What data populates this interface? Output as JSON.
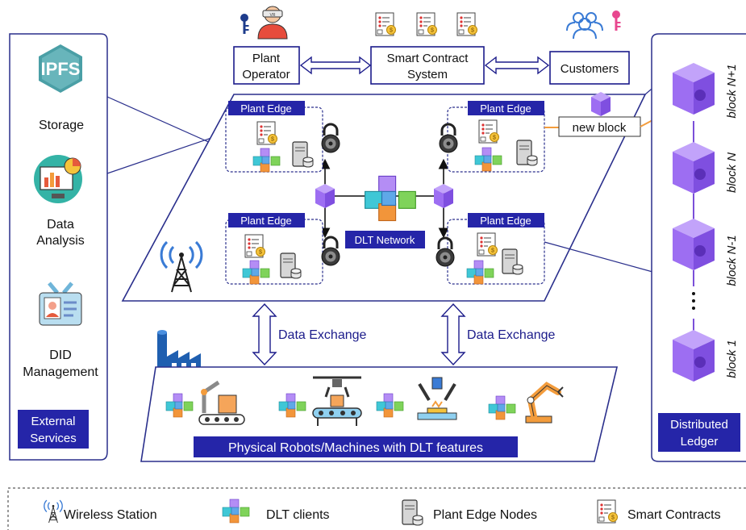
{
  "top": {
    "plant_operator": [
      "Plant",
      "Operator"
    ],
    "smart_contract": [
      "Smart Contract",
      "System"
    ],
    "customers": "Customers"
  },
  "external": {
    "title": [
      "External",
      "Services"
    ],
    "storage_logo": "IPFS",
    "items": {
      "storage": [
        "Storage"
      ],
      "data_analysis": [
        "Data",
        "Analysis"
      ],
      "did": [
        "DID",
        "Management"
      ]
    }
  },
  "network": {
    "plant_edge_label": "Plant Edge",
    "dlt_label": "DLT Network",
    "new_block": "new block"
  },
  "ledger": {
    "title": [
      "Distributed",
      "Ledger"
    ],
    "blocks": [
      "block N+1",
      "block N",
      "block N-1",
      "block 1"
    ]
  },
  "exchange": {
    "label": "Data Exchange"
  },
  "physical": {
    "label": "Physical Robots/Machines with DLT features"
  },
  "legend": {
    "items": [
      "Wireless Station",
      "DLT clients",
      "Plant Edge Nodes",
      "Smart Contracts"
    ]
  },
  "colors": {
    "border": "#2a2f8c",
    "label_bg": "#2525a8",
    "block_purple": "#9d6ef2",
    "chain": "#7b4fd9",
    "new_block_arrow": "#f39c3c",
    "panel": "#ffffff"
  },
  "icons": {
    "operator": "person-with-vr-headset-icon",
    "key": "key-icon",
    "contract": "smart-contract-icon",
    "customers": "customers-icon",
    "lock": "padlock-icon",
    "server": "server-icon",
    "cubes": "dlt-client-cubes-icon",
    "antenna": "wireless-tower-icon",
    "factory": "factory-icon"
  }
}
